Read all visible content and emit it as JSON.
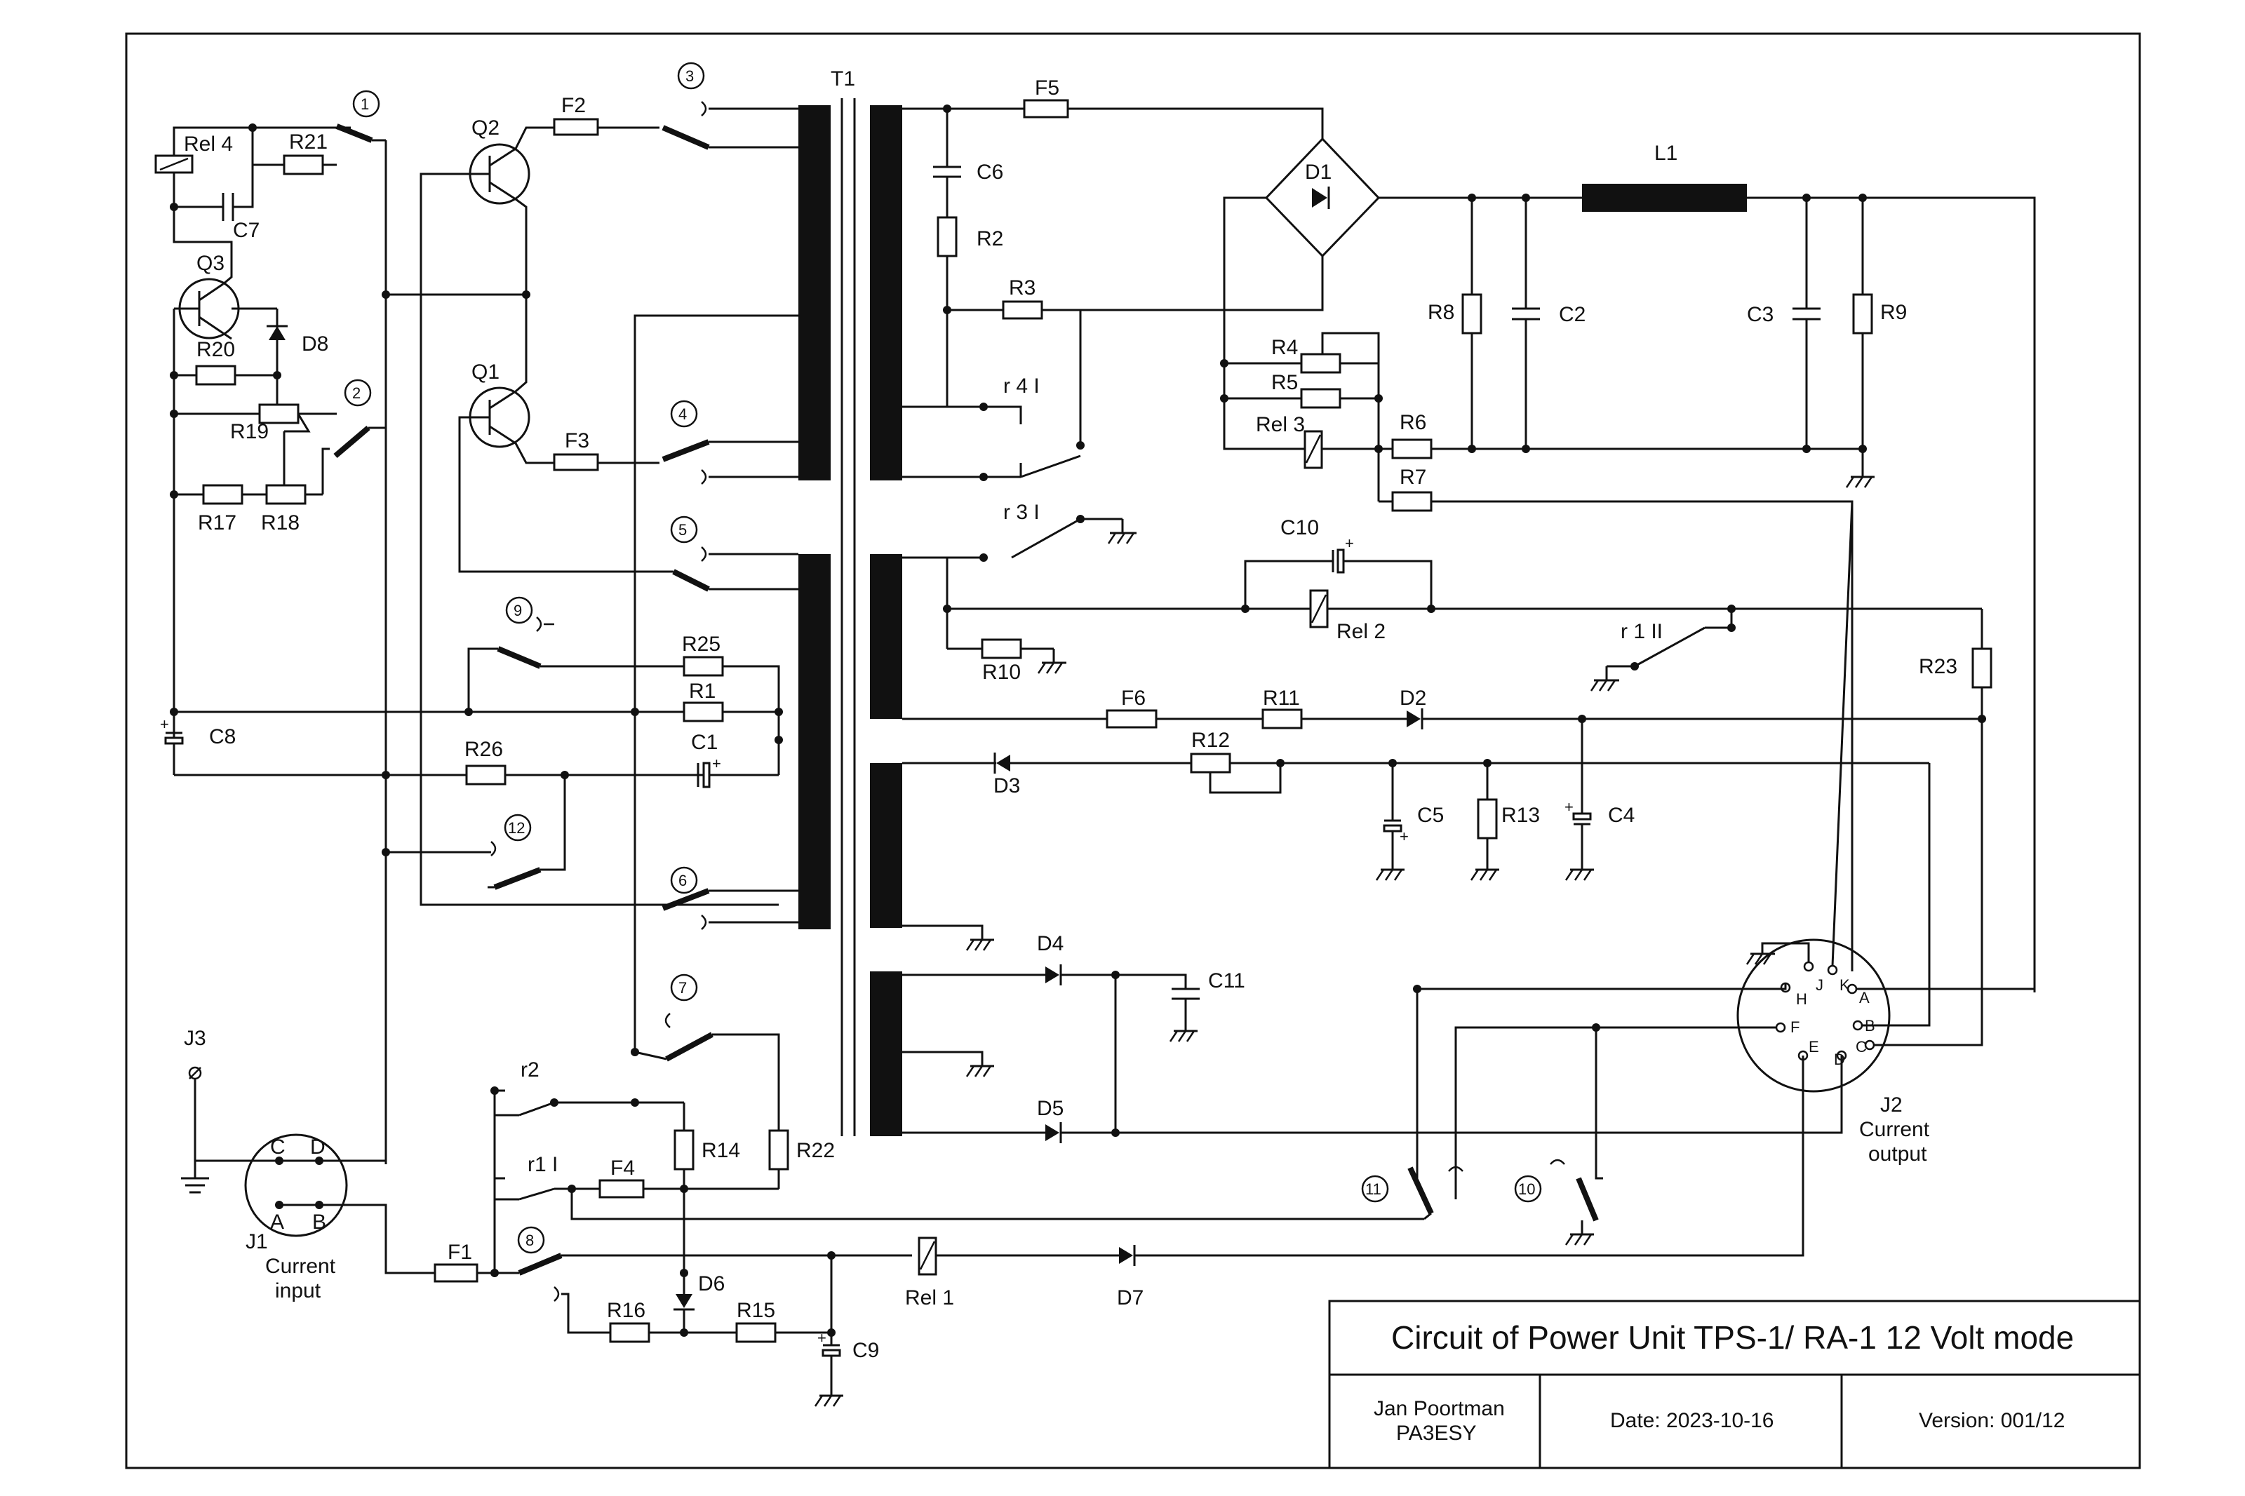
{
  "title_block": {
    "title": "Circuit of Power Unit TPS-1/ RA-1   12 Volt mode",
    "author_name": "Jan Poortman",
    "author_call": "PA3ESY",
    "date": "Date: 2023-10-16",
    "version": "Version: 001/12"
  },
  "components": {
    "T1": "T1",
    "Q1": "Q1",
    "Q2": "Q2",
    "Q3": "Q3",
    "F1": "F1",
    "F2": "F2",
    "F3": "F3",
    "F4": "F4",
    "F5": "F5",
    "F6": "F6",
    "D1": "D1",
    "D2": "D2",
    "D3": "D3",
    "D4": "D4",
    "D5": "D5",
    "D6": "D6",
    "D7": "D7",
    "D8": "D8",
    "L1": "L1",
    "C1": "C1",
    "C2": "C2",
    "C3": "C3",
    "C4": "C4",
    "C5": "C5",
    "C6": "C6",
    "C7": "C7",
    "C8": "C8",
    "C9": "C9",
    "C10": "C10",
    "C11": "C11",
    "R1": "R1",
    "R2": "R2",
    "R3": "R3",
    "R4": "R4",
    "R5": "R5",
    "R6": "R6",
    "R7": "R7",
    "R8": "R8",
    "R9": "R9",
    "R10": "R10",
    "R11": "R11",
    "R12": "R12",
    "R13": "R13",
    "R14": "R14",
    "R15": "R15",
    "R16": "R16",
    "R17": "R17",
    "R18": "R18",
    "R19": "R19",
    "R20": "R20",
    "R21": "R21",
    "R22": "R22",
    "R23": "R23",
    "R25": "R25",
    "R26": "R26",
    "Rel1": "Rel 1",
    "Rel2": "Rel 2",
    "Rel3": "Rel 3",
    "Rel4": "Rel 4",
    "r1I": "r1 I",
    "r1II": "r 1 II",
    "r2": "r2",
    "r3I": "r 3 I",
    "r4I": "r 4 I",
    "J1": "J1",
    "J2": "J2",
    "J3": "J3"
  },
  "switch_numbers": [
    "1",
    "2",
    "3",
    "4",
    "5",
    "6",
    "7",
    "8",
    "9",
    "10",
    "11",
    "12"
  ],
  "connectors": {
    "j1_pins": [
      "C",
      "D",
      "A",
      "B"
    ],
    "j1_desc1": "Current",
    "j1_desc2": "input",
    "j2_pins": [
      "J",
      "K",
      "H",
      "A",
      "F",
      "B",
      "E",
      "D",
      "C"
    ],
    "j2_desc1": "Current",
    "j2_desc2": "output"
  }
}
